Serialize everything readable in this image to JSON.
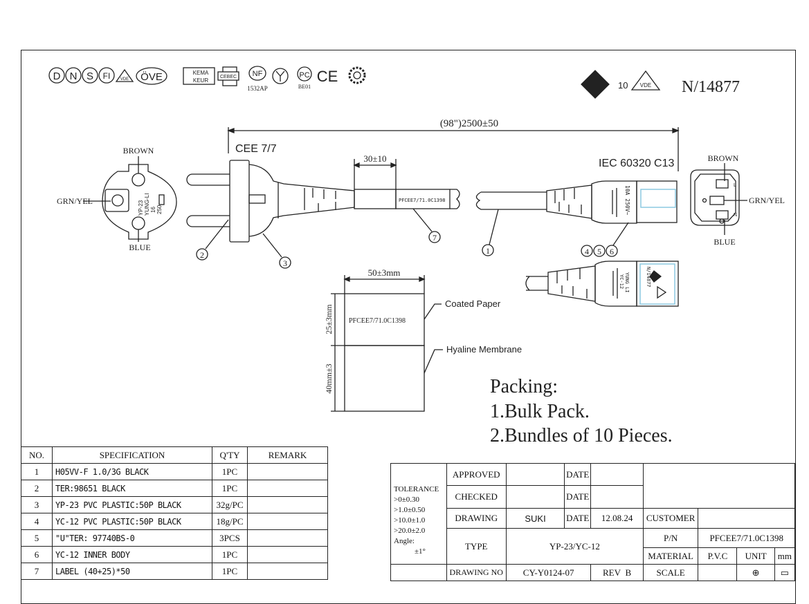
{
  "certifications": {
    "left_marks": [
      "D",
      "N",
      "S",
      "FI",
      "VDE",
      "ÖVE",
      "KEMA KEUR",
      "CEBEC",
      "NF",
      "1532AP",
      "BE01",
      "CE"
    ],
    "enec_number": "10",
    "vde_mark": "VDE",
    "approval_number": "N/14877"
  },
  "drawing": {
    "overall_length": "(98\")2500±50",
    "plug_standard": "CEE 7/7",
    "connector_standard": "IEC 60320 C13",
    "strip_dim": "30±10",
    "cable_label": "PFCEE7/71.0C1398",
    "plug_face": {
      "top": "BROWN",
      "left": "GRN/YEL",
      "bottom": "BLUE",
      "marking": [
        "YP-23",
        "YUNG-LI",
        "16",
        "250~"
      ]
    },
    "connector_face": {
      "top": "BROWN",
      "right": "GRN/YEL",
      "bottom": "BLUE",
      "pins": [
        "L",
        "N"
      ]
    },
    "connector_marking": "10A 250V~",
    "connector2_marking": [
      "YUNG LI",
      "YC-12",
      "N/14877"
    ],
    "callouts": [
      "1",
      "2",
      "3",
      "4",
      "5",
      "6",
      "7"
    ]
  },
  "label": {
    "width": "50±3mm",
    "height": "25±3mm",
    "membrane_height": "40mm±3",
    "text": "PFCEE7/71.0C1398",
    "coated_paper": "Coated Paper",
    "hyaline": "Hyaline Membrane"
  },
  "packing": {
    "title": "Packing:",
    "items": [
      "1.Bulk Pack.",
      "2.Bundles of 10 Pieces."
    ]
  },
  "bom": {
    "headers": [
      "NO.",
      "SPECIFICATION",
      "Q'TY",
      "REMARK"
    ],
    "rows": [
      {
        "no": "1",
        "spec": "H05VV-F 1.0/3G BLACK",
        "qty": "1PC",
        "remark": ""
      },
      {
        "no": "2",
        "spec": "TER:98651 BLACK",
        "qty": "1PC",
        "remark": ""
      },
      {
        "no": "3",
        "spec": "YP-23 PVC PLASTIC:50P BLACK",
        "qty": "32g/PC",
        "remark": ""
      },
      {
        "no": "4",
        "spec": "YC-12 PVC PLASTIC:50P BLACK",
        "qty": "18g/PC",
        "remark": ""
      },
      {
        "no": "5",
        "spec": "\"U\"TER: 97740BS-0",
        "qty": "3PCS",
        "remark": ""
      },
      {
        "no": "6",
        "spec": "YC-12 INNER BODY",
        "qty": "1PC",
        "remark": ""
      },
      {
        "no": "7",
        "spec": "LABEL (40+25)*50",
        "qty": "1PC",
        "remark": ""
      }
    ]
  },
  "title_block": {
    "tolerance": [
      "TOLERANCE",
      ">0±0.30",
      ">1.0±0.50",
      ">10.0±1.0",
      ">20.0±2.0",
      "Angle:",
      "±1°"
    ],
    "approved_label": "APPROVED",
    "checked_label": "CHECKED",
    "drawing_label": "DRAWING",
    "drawing_by": "SUKI",
    "date_label": "DATE",
    "drawing_date": "12.08.24",
    "customer_label": "CUSTOMER",
    "type_label": "TYPE",
    "type_value": "YP-23/YC-12",
    "pn_label": "P/N",
    "pn_value": "PFCEE7/71.0C1398",
    "material_label": "MATERIAL",
    "material_value": "P.V.C",
    "unit_label": "UNIT",
    "unit_value": "mm",
    "drawing_no_label": "DRAWING NO",
    "drawing_no": "CY-Y0124-07",
    "rev_label": "REV",
    "rev_value": "B",
    "scale_label": "SCALE"
  }
}
